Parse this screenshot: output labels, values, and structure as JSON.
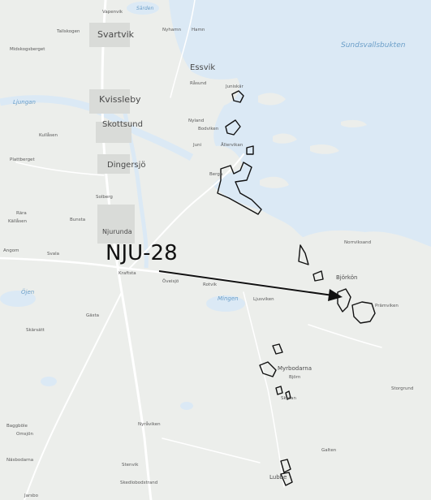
{
  "map": {
    "water_color": "#dbe9f5",
    "land_color": "#eceeeb",
    "road_color": "#ffffff",
    "outline_color": "#111111",
    "annotation": {
      "label": "NJU-28",
      "arrow_icon": "arrow-right-icon"
    },
    "water_labels": {
      "sundsvallsbukten": "Sundsvallsbukten",
      "ljungan": "Ljungan",
      "ojen": "Öjen",
      "mingen": "Mingen",
      "sarden": "Särden"
    },
    "major_places": {
      "svartvik": "Svartvik",
      "essvik": "Essvik",
      "kvissleby": "Kvissleby",
      "skottsund": "Skottsund",
      "dingersjo": "Dingersjö",
      "njurunda": "Njurunda",
      "bjorkon": "Björkön",
      "myrbodarna": "Myrbodarna",
      "lubbe": "Lubbe"
    },
    "places": {
      "vapenvik": "Vapenvik",
      "tallskogen": "Tallskogen",
      "nyhamn": "Nyhamn",
      "hamn": "Hamn",
      "midskogsberget": "Midskogsberget",
      "juniskar": "Juniskär",
      "rasund": "Råsund",
      "nyland": "Nyland",
      "bodviken": "Bodviken",
      "junis": "Juni",
      "allervik": "Ållervikan",
      "kullasen": "Kullåsen",
      "plattberget": "Plattberget",
      "berga": "Berga",
      "solberg": "Solberg",
      "rara": "Rära",
      "kallasen": "Källåsen",
      "bunsta": "Bunsta",
      "angom": "Angom",
      "svala": "Svala",
      "krafsta": "Kraftsta",
      "oversjo": "Öveisjö",
      "rotvik": "Rotvik",
      "ljusviken": "Ljusviken",
      "norrviksand": "Norrviksand",
      "pramviken": "Prämviken",
      "gasta": "Gästa",
      "skarsatt": "Skärsätt",
      "bjorn": "Björn",
      "skatan": "Skatan",
      "storgrund": "Storgrund",
      "baggbole": "Baggböle",
      "omsjon": "Omsjön",
      "nyravagen": "Nyråviken",
      "galten": "Galten",
      "stenvik": "Stenvik",
      "skedlobodstrand": "Skedlobodstrand",
      "nasbodarna": "Näsbodarna",
      "jarsbo": "Jarsbo"
    }
  }
}
